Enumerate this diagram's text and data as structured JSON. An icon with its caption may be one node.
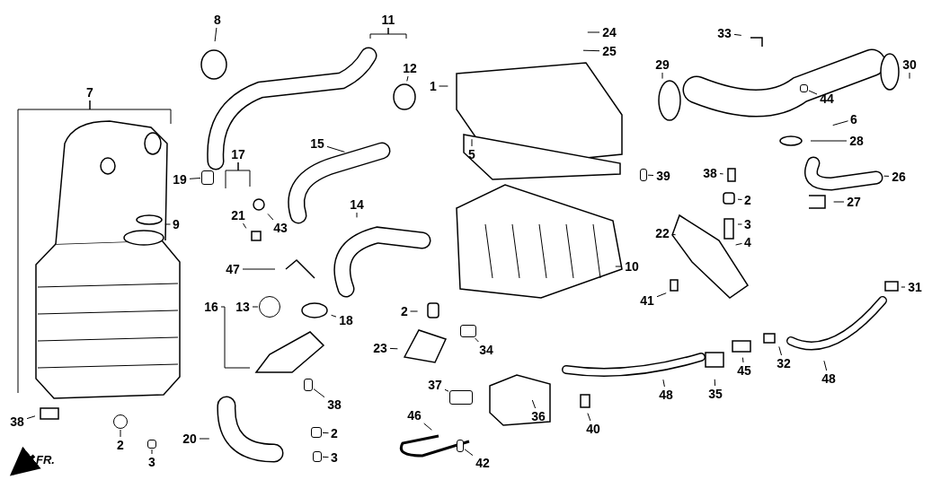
{
  "diagram": {
    "nodes": [
      {
        "text": [
          "8"
        ]
      },
      {
        "text": [
          "11"
        ]
      },
      {
        "text": [
          "24"
        ]
      },
      {
        "text": [
          "33"
        ]
      },
      {
        "text": [
          "25"
        ]
      },
      {
        "text": [
          "12"
        ]
      },
      {
        "text": [
          "29"
        ]
      },
      {
        "text": [
          "30"
        ]
      },
      {
        "text": [
          "1"
        ]
      },
      {
        "text": [
          "7"
        ]
      },
      {
        "text": [
          "44"
        ]
      },
      {
        "text": [
          "6"
        ]
      },
      {
        "text": [
          "28"
        ]
      },
      {
        "text": [
          "15"
        ]
      },
      {
        "text": [
          "5"
        ]
      },
      {
        "text": [
          "17"
        ]
      },
      {
        "text": [
          "38"
        ]
      },
      {
        "text": [
          "39"
        ]
      },
      {
        "text": [
          "26"
        ]
      },
      {
        "text": [
          "19"
        ]
      },
      {
        "text": [
          "2"
        ]
      },
      {
        "text": [
          "27"
        ]
      },
      {
        "text": [
          "14"
        ]
      },
      {
        "text": [
          "21"
        ]
      },
      {
        "text": [
          "9"
        ]
      },
      {
        "text": [
          "3"
        ]
      },
      {
        "text": [
          "43"
        ]
      },
      {
        "text": [
          "22"
        ]
      },
      {
        "text": [
          "4"
        ]
      },
      {
        "text": [
          "10"
        ]
      },
      {
        "text": [
          "47"
        ]
      },
      {
        "text": [
          "31"
        ]
      },
      {
        "text": [
          "41"
        ]
      },
      {
        "text": [
          "16"
        ]
      },
      {
        "text": [
          "13"
        ]
      },
      {
        "text": [
          "2"
        ]
      },
      {
        "text": [
          "18"
        ]
      },
      {
        "text": [
          "23"
        ]
      },
      {
        "text": [
          "34"
        ]
      },
      {
        "text": [
          "32"
        ]
      },
      {
        "text": [
          "45"
        ]
      },
      {
        "text": [
          "48"
        ]
      },
      {
        "text": [
          "37"
        ]
      },
      {
        "text": [
          "35"
        ]
      },
      {
        "text": [
          "48"
        ]
      },
      {
        "text": [
          "38"
        ]
      },
      {
        "text": [
          "46"
        ]
      },
      {
        "text": [
          "36"
        ]
      },
      {
        "text": [
          "38"
        ]
      },
      {
        "text": [
          "40"
        ]
      },
      {
        "text": [
          "2"
        ]
      },
      {
        "text": [
          "20"
        ]
      },
      {
        "text": [
          "2"
        ]
      },
      {
        "text": [
          "3"
        ]
      },
      {
        "text": [
          "3"
        ]
      },
      {
        "text": [
          "42"
        ]
      },
      {
        "text": [],
        "shape": "box"
      },
      {
        "text": [],
        "shape": "box"
      },
      {
        "text": [],
        "shape": "box"
      },
      {
        "text": [],
        "shape": "circle"
      },
      {
        "text": [],
        "shape": "box"
      },
      {
        "text": [],
        "shape": "box"
      },
      {
        "text": [],
        "shape": "box"
      },
      {
        "text": [],
        "shape": "box"
      },
      {
        "text": [],
        "shape": "box"
      },
      {
        "text": [],
        "shape": "box"
      },
      {
        "text": [],
        "shape": "circle"
      },
      {
        "text": [],
        "shape": "box"
      }
    ],
    "edges": [
      {
        "from": 0,
        "to": null,
        "arrow": "none"
      },
      {
        "from": 1,
        "to": null,
        "arrow": "none"
      },
      {
        "from": 1,
        "to": null,
        "arrow": "none"
      },
      {
        "from": 2,
        "to": null,
        "arrow": "none"
      },
      {
        "from": 3,
        "to": null,
        "arrow": "none"
      },
      {
        "from": 4,
        "to": null,
        "arrow": "none"
      },
      {
        "from": 5,
        "to": null,
        "arrow": "none"
      },
      {
        "from": 6,
        "to": null,
        "arrow": "none"
      },
      {
        "from": 7,
        "to": null,
        "arrow": "none"
      },
      {
        "from": 8,
        "to": null,
        "arrow": "none"
      },
      {
        "from": 9,
        "to": null,
        "arrow": "none"
      },
      {
        "from": 9,
        "to": null,
        "arrow": "none"
      },
      {
        "from": 10,
        "to": 56,
        "arrow": "none"
      },
      {
        "from": 11,
        "to": null,
        "arrow": "none"
      },
      {
        "from": 12,
        "to": null,
        "arrow": "none"
      },
      {
        "from": 13,
        "to": null,
        "arrow": "none"
      },
      {
        "from": 14,
        "to": null,
        "arrow": "none"
      },
      {
        "from": 15,
        "to": null,
        "arrow": "none"
      },
      {
        "from": 15,
        "to": null,
        "arrow": "none"
      },
      {
        "from": 16,
        "to": null,
        "arrow": "none"
      },
      {
        "from": 17,
        "to": 57,
        "arrow": "none"
      },
      {
        "from": 18,
        "to": null,
        "arrow": "none"
      },
      {
        "from": 19,
        "to": 58,
        "arrow": "none"
      },
      {
        "from": 20,
        "to": null,
        "arrow": "none"
      },
      {
        "from": 21,
        "to": null,
        "arrow": "none"
      },
      {
        "from": 22,
        "to": null,
        "arrow": "none"
      },
      {
        "from": 23,
        "to": null,
        "arrow": "none"
      },
      {
        "from": 24,
        "to": null,
        "arrow": "none"
      },
      {
        "from": 25,
        "to": null,
        "arrow": "none"
      },
      {
        "from": 26,
        "to": null,
        "arrow": "none"
      },
      {
        "from": 27,
        "to": null,
        "arrow": "none"
      },
      {
        "from": 28,
        "to": null,
        "arrow": "none"
      },
      {
        "from": 29,
        "to": null,
        "arrow": "none"
      },
      {
        "from": 30,
        "to": null,
        "arrow": "none"
      },
      {
        "from": 31,
        "to": null,
        "arrow": "none"
      },
      {
        "from": 32,
        "to": null,
        "arrow": "none"
      },
      {
        "from": 33,
        "to": null,
        "arrow": "none"
      },
      {
        "from": 34,
        "to": 59,
        "arrow": "none"
      },
      {
        "from": 35,
        "to": null,
        "arrow": "none"
      },
      {
        "from": 36,
        "to": null,
        "arrow": "none"
      },
      {
        "from": 37,
        "to": null,
        "arrow": "none"
      },
      {
        "from": 38,
        "to": 60,
        "arrow": "none"
      },
      {
        "from": 39,
        "to": null,
        "arrow": "none"
      },
      {
        "from": 40,
        "to": null,
        "arrow": "none"
      },
      {
        "from": 41,
        "to": null,
        "arrow": "none"
      },
      {
        "from": 42,
        "to": 61,
        "arrow": "none"
      },
      {
        "from": 43,
        "to": null,
        "arrow": "none"
      },
      {
        "from": 44,
        "to": null,
        "arrow": "none"
      },
      {
        "from": 45,
        "to": 62,
        "arrow": "none"
      },
      {
        "from": 46,
        "to": null,
        "arrow": "none"
      },
      {
        "from": 47,
        "to": null,
        "arrow": "none"
      },
      {
        "from": 48,
        "to": null,
        "arrow": "none"
      },
      {
        "from": 49,
        "to": null,
        "arrow": "none"
      },
      {
        "from": 50,
        "to": 63,
        "arrow": "none"
      },
      {
        "from": 51,
        "to": null,
        "arrow": "none"
      },
      {
        "from": 52,
        "to": 66,
        "arrow": "none"
      },
      {
        "from": 53,
        "to": 64,
        "arrow": "none"
      },
      {
        "from": 54,
        "to": 65,
        "arrow": "none"
      },
      {
        "from": 55,
        "to": 67,
        "arrow": "none"
      }
    ],
    "labels": [
      "FR."
    ]
  }
}
